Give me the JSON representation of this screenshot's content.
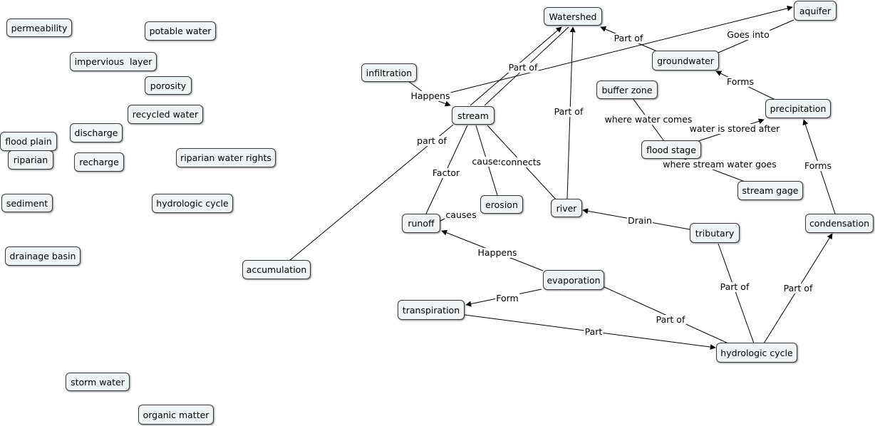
{
  "concepts": {
    "permeability": "permeability",
    "potable_water": "potable water",
    "impervious_layer": "impervious  layer",
    "porosity": "porosity",
    "recycled_water": "recycled water",
    "discharge": "discharge",
    "flood_plain": "flood plain",
    "riparian": "riparian",
    "recharge": "recharge",
    "riparian_water_rights": "riparian water rights",
    "sediment": "sediment",
    "hydrologic_cycle_left": "hydrologic cycle",
    "drainage_basin": "drainage basin",
    "storm_water": "storm water",
    "organic_matter": "organic matter",
    "watershed": "Watershed",
    "aquifer": "aquifer",
    "infiltration": "infiltration",
    "groundwater": "groundwater",
    "stream": "stream",
    "buffer_zone": "buffer zone",
    "precipitation": "precipitation",
    "flood_stage": "flood stage",
    "stream_gage": "stream gage",
    "erosion": "erosion",
    "river": "river",
    "runoff": "runoff",
    "tributary": "tributary",
    "condensation": "condensation",
    "accumulation": "accumulation",
    "evaporation": "evaporation",
    "transpiration": "transpiration",
    "hydrologic_cycle": "hydrologic cycle"
  },
  "links": {
    "part_of_groundwater_watershed": "Part of",
    "goes_into": "Goes into",
    "part_of_stream_watershed": "Part of",
    "happens_infiltration": "Happens",
    "part_of_river_watershed": "Part of",
    "forms_precipitation": "Forms",
    "where_water_comes": "where water comes",
    "water_is_stored_after": "water is stored after",
    "where_stream_water_goes": "where stream water goes",
    "forms_condensation": "Forms",
    "part_of_accumulation": "part of",
    "factor": "Factor",
    "causes_erosion": "causes",
    "connects": "connects",
    "causes_runoff": "causes",
    "drain": "Drain",
    "happens_runoff": "Happens",
    "form": "Form",
    "part_of_tributary": "Part of",
    "part_of_condensation": "Part of",
    "part_of_evaporation": "Part of",
    "part": "Part"
  }
}
